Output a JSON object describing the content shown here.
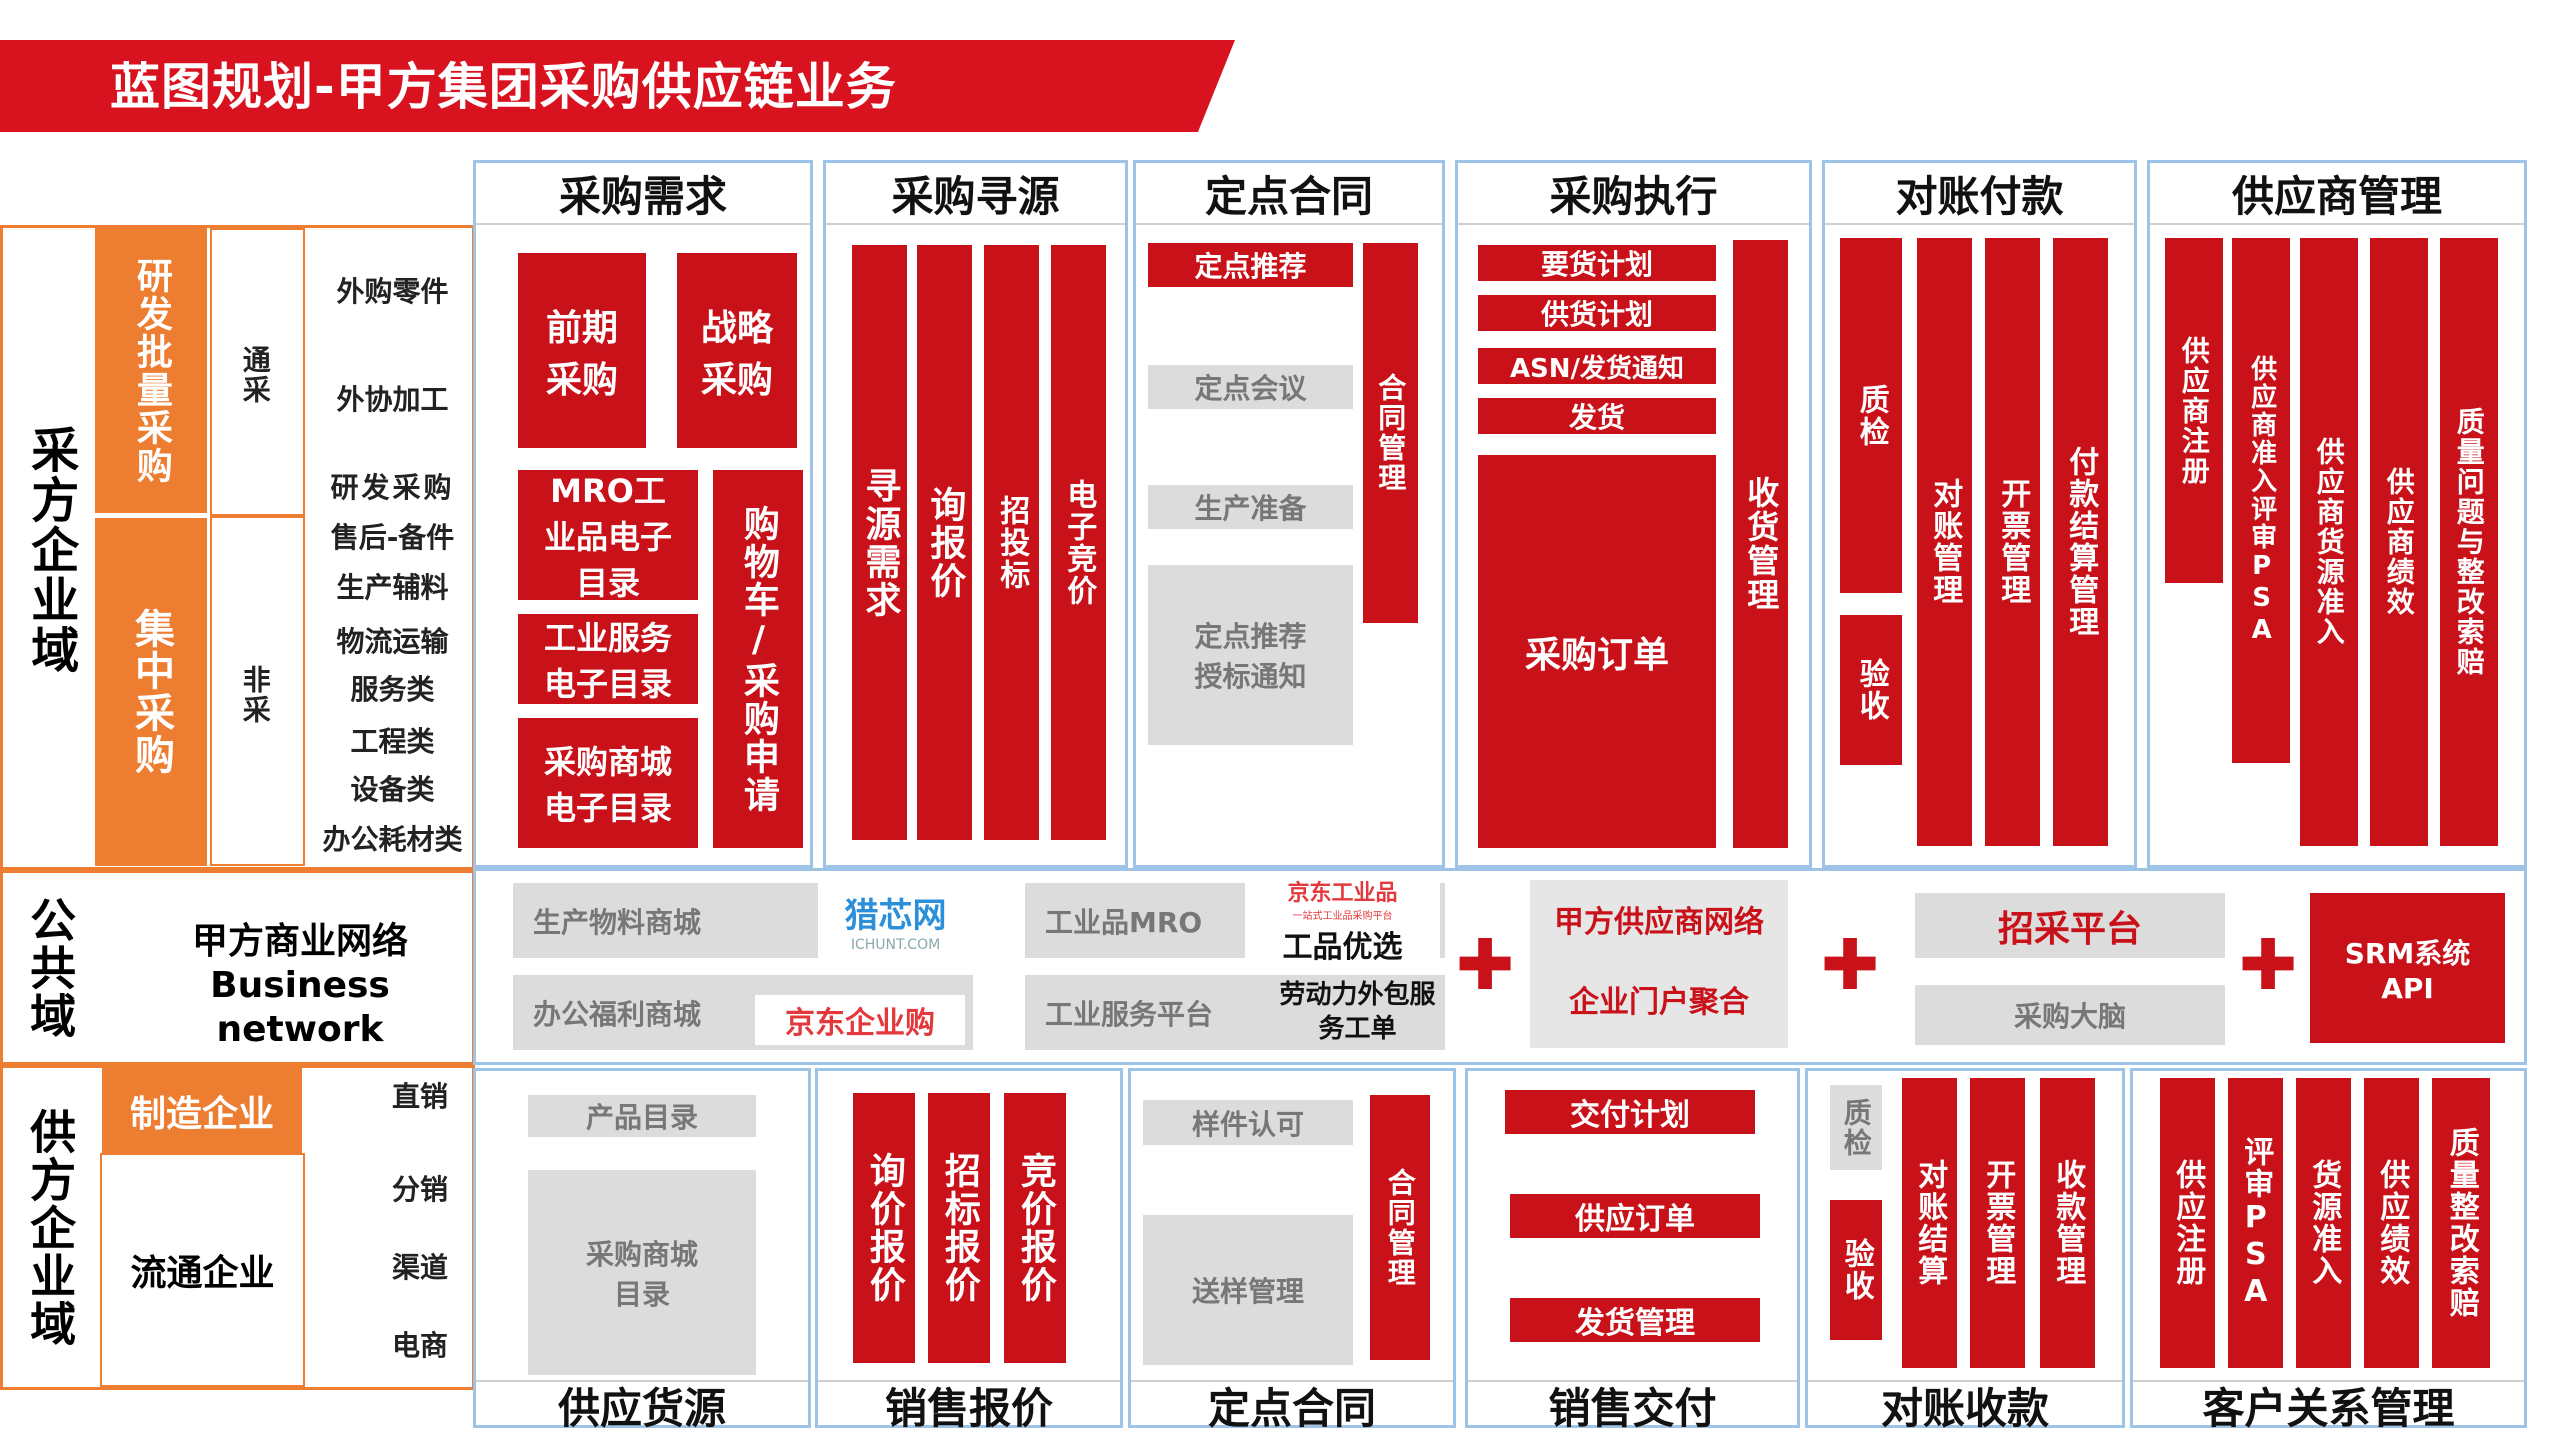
{
  "title": "蓝图规划-甲方集团采购供应链业务",
  "colors": {
    "red": "#c9111a",
    "orange": "#ed7d31",
    "grey": "#dcdcdc",
    "frame": "#9dc3e6"
  },
  "left": {
    "buyer_domain": "采方企业域",
    "rd_batch": "研发批量采购",
    "central": "集中采购",
    "tongcai": "通采",
    "feicai": "非采",
    "items": [
      "外购零件",
      "外协加工",
      "研发采购",
      "售后-备件",
      "生产辅料",
      "物流运输",
      "服务类",
      "工程类",
      "设备类",
      "办公耗材类"
    ],
    "public_domain": "公共域",
    "business_network": "甲方商业网络 Business network",
    "supplier_domain": "供方企业域",
    "manufacturer": "制造企业",
    "distributor": "流通企业",
    "direct_sales": "直销",
    "dist_sales": "分销",
    "channel": "渠道",
    "ecommerce": "电商"
  },
  "top_columns": {
    "demand": {
      "title": "采购需求",
      "items": [
        "前期采购",
        "战略采购",
        "MRO工业品电子目录",
        "工业服务电子目录",
        "采购商城电子目录",
        "购物车/采购申请"
      ]
    },
    "sourcing": {
      "title": "采购寻源",
      "items": [
        "寻源需求",
        "询报价",
        "招投标",
        "电子竞价"
      ]
    },
    "contract": {
      "title": "定点合同",
      "items": [
        "定点推荐",
        "定点会议",
        "生产准备",
        "定点推荐授标通知",
        "合同管理"
      ]
    },
    "execution": {
      "title": "采购执行",
      "items": [
        "要货计划",
        "供货计划",
        "ASN/发货通知",
        "发货",
        "采购订单",
        "收货管理"
      ]
    },
    "payment": {
      "title": "对账付款",
      "items": [
        "质检",
        "验收",
        "对账管理",
        "开票管理",
        "付款结算管理"
      ]
    },
    "supplier": {
      "title": "供应商管理",
      "items": [
        "供应商注册",
        "供应商准入评审PSA",
        "供应商货源准入",
        "供应商绩效",
        "质量问题与整改索赔"
      ]
    }
  },
  "middle": {
    "mall1": "生产物料商城",
    "mall2": "办公福利商城",
    "brand_ichunt": "猎芯网",
    "brand_ichunt_sub": "ICHUNT.COM",
    "brand_jd_biz": "京东企业购",
    "mro": "工业品MRO",
    "service_platform": "工业服务平台",
    "brand_jd_industry": "京东工业品",
    "brand_jd_industry_sub": "一站式工业品采购平台",
    "brand_gongpin": "工品优选",
    "labor": "劳动力外包服务工单",
    "supplier_network": "甲方供应商网络",
    "portal": "企业门户聚合",
    "bidding": "招采平台",
    "brain": "采购大脑",
    "srm": "SRM系统API",
    "plus": "✚"
  },
  "bottom_columns": {
    "source": {
      "title": "供应货源",
      "items": [
        "产品目录",
        "采购商城目录"
      ]
    },
    "quote": {
      "title": "销售报价",
      "items": [
        "询价报价",
        "招标报价",
        "竞价报价"
      ]
    },
    "contract": {
      "title": "定点合同",
      "items": [
        "样件认可",
        "送样管理",
        "合同管理"
      ]
    },
    "delivery": {
      "title": "销售交付",
      "items": [
        "交付计划",
        "供应订单",
        "发货管理"
      ]
    },
    "collection": {
      "title": "对账收款",
      "items": [
        "质检",
        "验收",
        "对账结算",
        "开票管理",
        "收款管理"
      ]
    },
    "crm": {
      "title": "客户关系管理",
      "items": [
        "供应注册",
        "评审PSA",
        "货源准入",
        "供应绩效",
        "质量整改索赔"
      ]
    }
  }
}
